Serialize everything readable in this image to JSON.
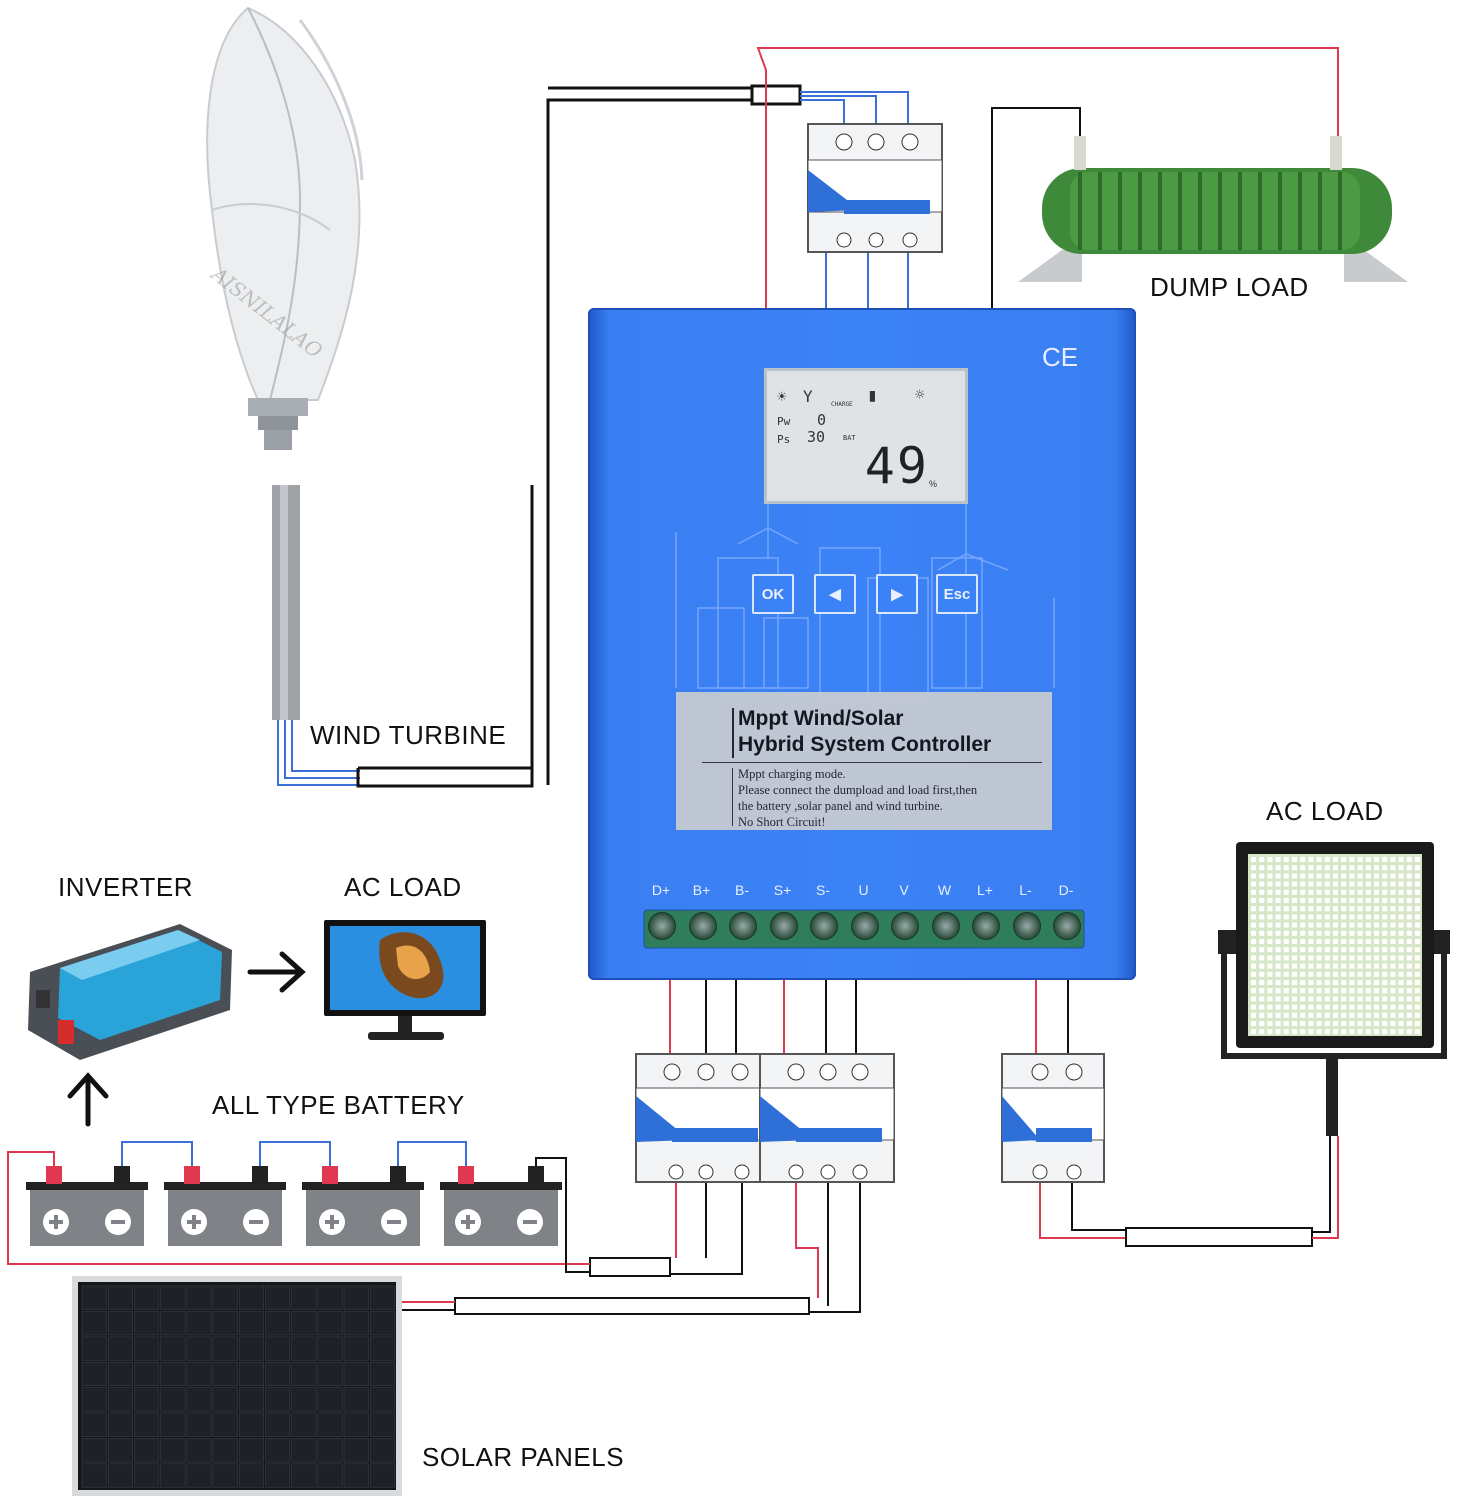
{
  "labels": {
    "wind_turbine": "WIND TURBINE",
    "dump_load": "DUMP LOAD",
    "ac_load_right": "AC LOAD",
    "inverter": "INVERTER",
    "ac_load_left": "AC LOAD",
    "battery": "ALL TYPE BATTERY",
    "solar_panels": "SOLAR PANELS",
    "watermark": "AISNILALAO"
  },
  "controller": {
    "ce_mark": "CE",
    "lcd": {
      "pw_label": "Pw",
      "pw_value": "0",
      "ps_label": "Ps",
      "ps_value": "30",
      "bat_label": "BAT",
      "charge_label": "CHARGE",
      "big_value": "49",
      "unit": "%"
    },
    "buttons": {
      "ok": "OK",
      "left": "◀",
      "right": "▶",
      "esc": "Esc"
    },
    "plate": {
      "title_line1": "Mppt Wind/Solar",
      "title_line2": "Hybrid System Controller",
      "note1": "Mppt charging mode.",
      "note2": "Please connect the dumpload and load first,then",
      "note3": "the battery ,solar panel and wind turbine.",
      "note4": "No Short Circuit!"
    },
    "terminals": [
      "D+",
      "B+",
      "B-",
      "S+",
      "S-",
      "U",
      "V",
      "W",
      "L+",
      "L-",
      "D-"
    ]
  },
  "colors": {
    "controller_blue": "#3b82f6",
    "wire_red": "#e0394f",
    "wire_black": "#111111",
    "wire_blue": "#3b6fd8",
    "dump_load_green": "#3f8a3a"
  }
}
